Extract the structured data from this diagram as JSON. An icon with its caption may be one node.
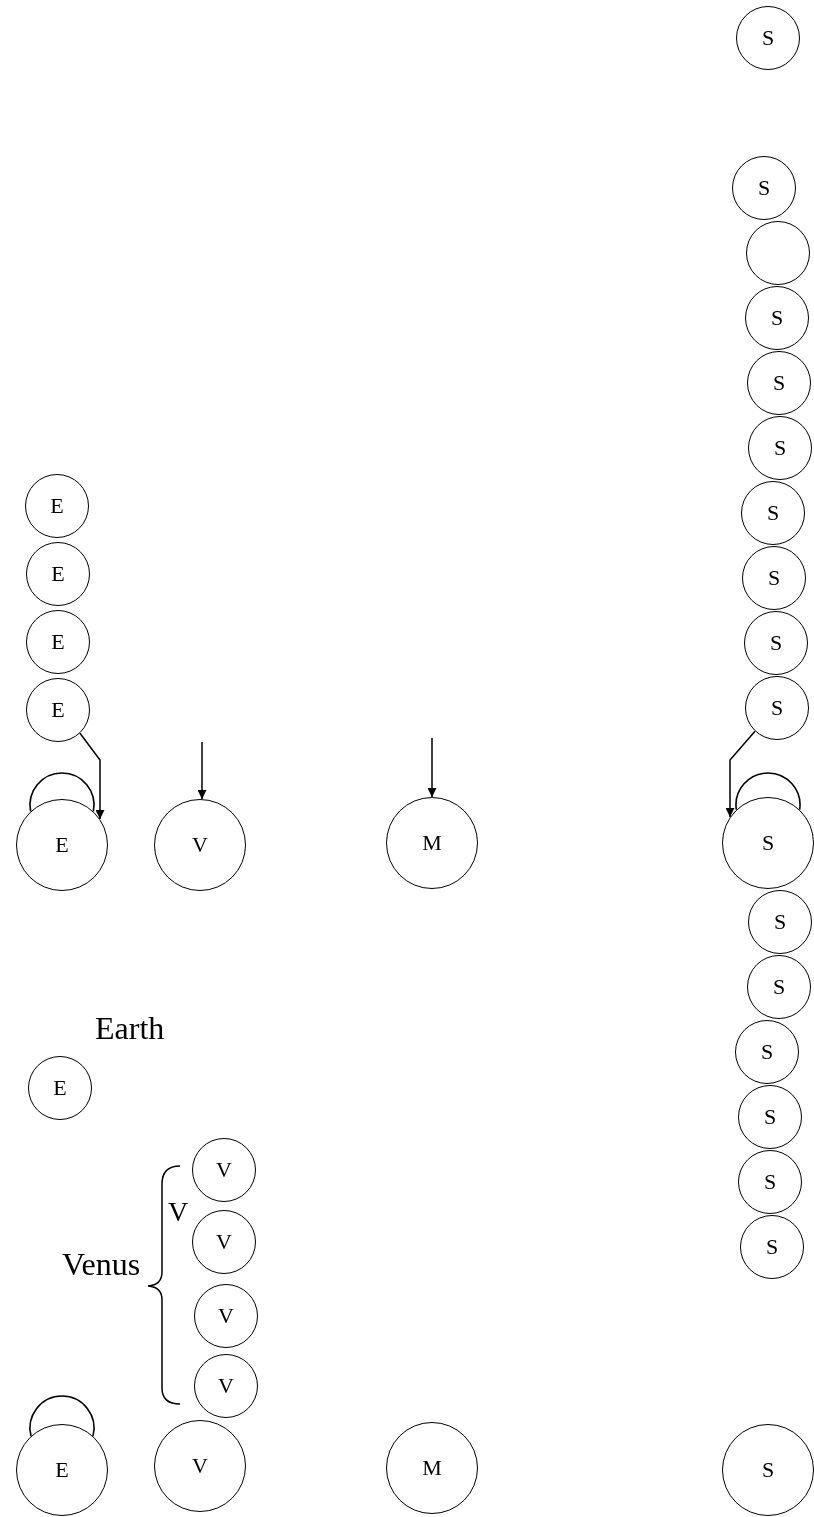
{
  "diagram": {
    "nodes": [
      {
        "text": [
          "S"
        ]
      },
      {
        "text": [
          "S"
        ]
      },
      {
        "text": [],
        "shape": "circle"
      },
      {
        "text": [
          "S"
        ]
      },
      {
        "text": [
          "S"
        ]
      },
      {
        "text": [
          "S"
        ]
      },
      {
        "text": [
          "S"
        ]
      },
      {
        "text": [
          "E"
        ]
      },
      {
        "text": [
          "S"
        ]
      },
      {
        "text": [
          "E"
        ]
      },
      {
        "text": [
          "E"
        ]
      },
      {
        "text": [
          "S"
        ]
      },
      {
        "text": [
          "E"
        ]
      },
      {
        "text": [
          "S"
        ]
      },
      {
        "text": [],
        "shape": "circle"
      },
      {
        "text": [],
        "shape": "circle"
      },
      {
        "text": [
          "E"
        ]
      },
      {
        "text": [
          "V"
        ]
      },
      {
        "text": [
          "M"
        ]
      },
      {
        "text": [
          "S"
        ]
      },
      {
        "text": [
          "S"
        ]
      },
      {
        "text": [
          "S"
        ]
      },
      {
        "text": [
          "S"
        ]
      },
      {
        "text": [
          "E"
        ]
      },
      {
        "text": [
          "S"
        ]
      },
      {
        "text": [
          "S"
        ]
      },
      {
        "text": [
          "V"
        ]
      },
      {
        "text": [
          "S"
        ]
      },
      {
        "text": [
          "V"
        ]
      },
      {
        "text": [
          "V"
        ]
      },
      {
        "text": [
          "V"
        ]
      },
      {
        "text": [],
        "shape": "circle"
      },
      {
        "text": [
          "E"
        ]
      },
      {
        "text": [
          "V"
        ]
      },
      {
        "text": [
          "M"
        ]
      },
      {
        "text": [
          "S"
        ]
      }
    ],
    "edges": [
      {
        "from": 12,
        "to": 16,
        "arrow": "to"
      },
      {
        "from": null,
        "to": 17,
        "arrow": "to"
      },
      {
        "from": null,
        "to": 18,
        "arrow": "to"
      },
      {
        "from": 13,
        "to": 19,
        "arrow": "to"
      }
    ],
    "labels": [
      "Earth",
      "V",
      "Venus"
    ]
  }
}
